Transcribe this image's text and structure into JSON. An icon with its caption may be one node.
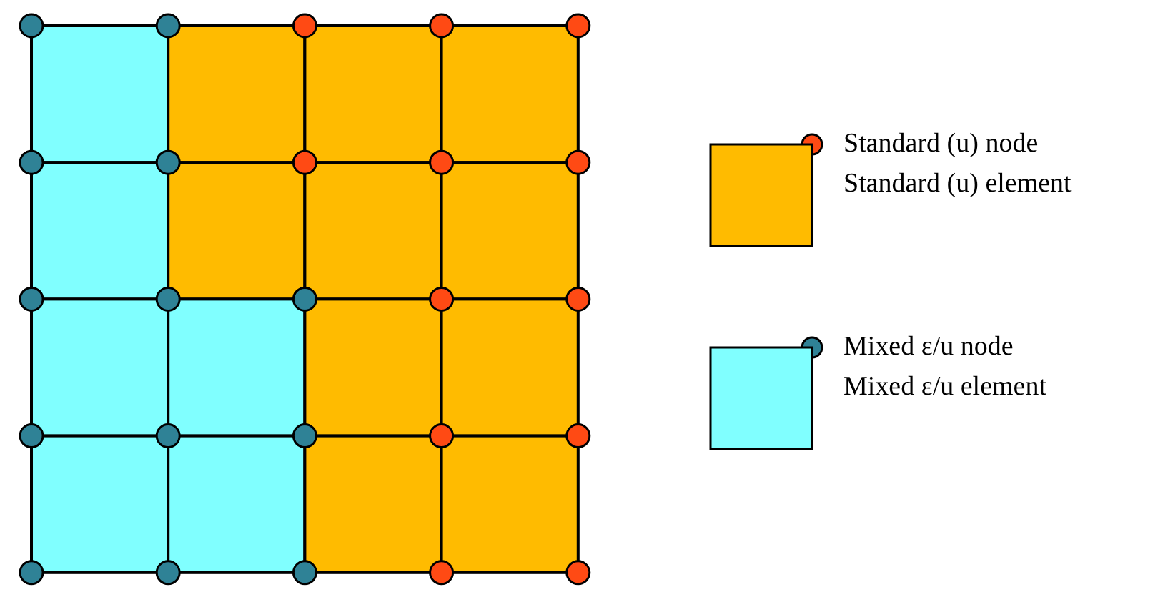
{
  "diagram": {
    "legend": [
      {
        "text": "Standard (u) node"
      },
      {
        "text": "Standard (u) element"
      },
      {
        "text": "Mixed ε/u node"
      },
      {
        "text": "Mixed ε/u element"
      }
    ]
  }
}
